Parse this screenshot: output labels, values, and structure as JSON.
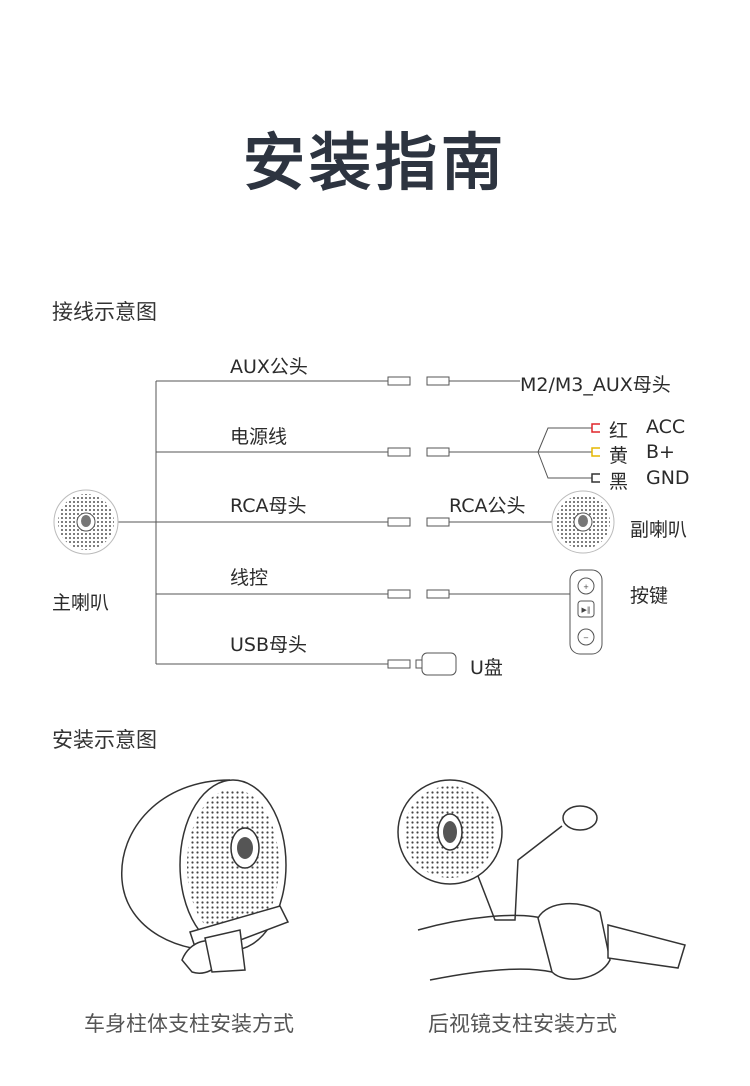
{
  "title": "安装指南",
  "wiring": {
    "section_title": "接线示意图",
    "main_speaker": "主喇叭",
    "lines": [
      {
        "label": "AUX公头",
        "target": "M2/M3_AUX母头"
      },
      {
        "label": "电源线"
      },
      {
        "label": "RCA母头",
        "target_connector": "RCA公头",
        "target": "副喇叭"
      },
      {
        "label": "线控",
        "target": "按键"
      },
      {
        "label": "USB母头",
        "target": "U盘"
      }
    ],
    "power_wires": [
      {
        "color_name": "红",
        "signal": "ACC",
        "color": "#e0262b"
      },
      {
        "color_name": "黄",
        "signal": "B+",
        "color": "#e5b700"
      },
      {
        "color_name": "黑",
        "signal": "GND",
        "color": "#333333"
      }
    ]
  },
  "install": {
    "section_title": "安装示意图",
    "captions": [
      "车身柱体支柱安装方式",
      "后视镜支柱安装方式"
    ]
  }
}
